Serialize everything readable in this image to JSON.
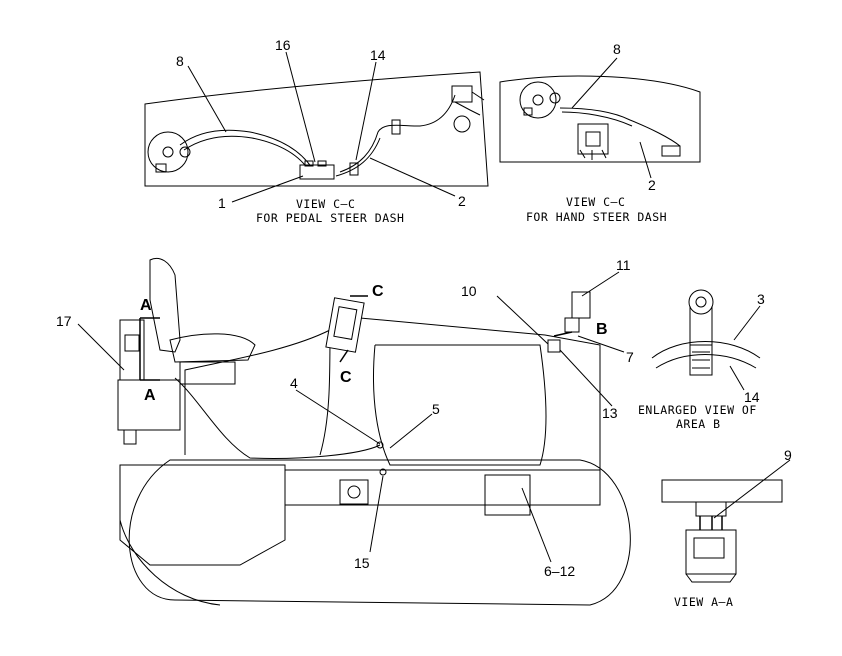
{
  "callouts": {
    "c1": "1",
    "c2a": "2",
    "c2b": "2",
    "c3": "3",
    "c4": "4",
    "c5": "5",
    "c6_12": "6–12",
    "c7": "7",
    "c8a": "8",
    "c8b": "8",
    "c9": "9",
    "c10": "10",
    "c11": "11",
    "c13": "13",
    "c14a": "14",
    "c14b": "14",
    "c15": "15",
    "c16": "16",
    "c17": "17"
  },
  "section_letters": {
    "a_top": "A",
    "a_bottom": "A",
    "b": "B",
    "c_top": "C",
    "c_bottom": "C"
  },
  "captions": {
    "view_cc_pedal_l1": "VIEW C–C",
    "view_cc_pedal_l2": "FOR PEDAL STEER DASH",
    "view_cc_hand_l1": "VIEW C–C",
    "view_cc_hand_l2": "FOR HAND STEER DASH",
    "enlarged_l1": "ENLARGED VIEW OF",
    "enlarged_l2": "AREA B",
    "view_aa": "VIEW A–A"
  }
}
